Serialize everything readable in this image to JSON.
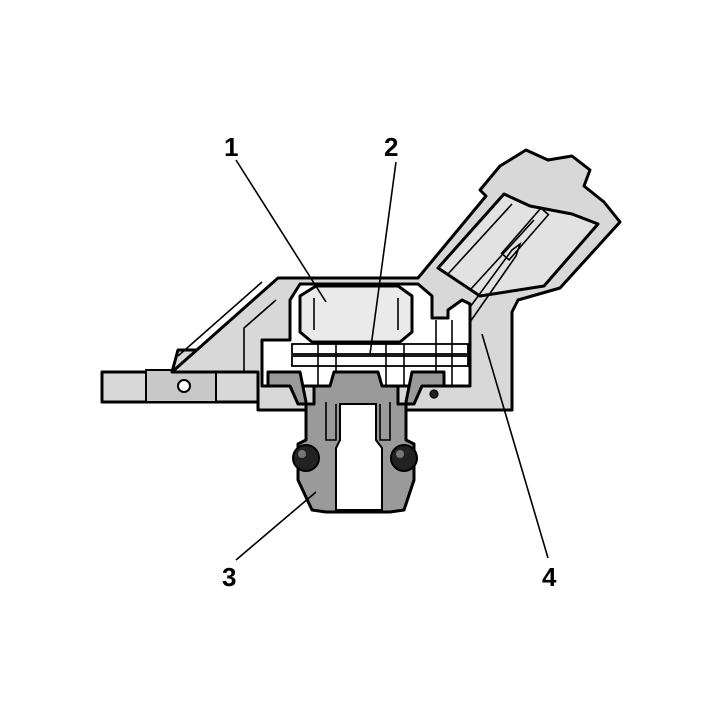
{
  "callouts": {
    "c1": "1",
    "c2": "2",
    "c3": "3",
    "c4": "4"
  },
  "colors": {
    "background": "#ffffff",
    "housing_fill": "#d8d8d8",
    "port_fill": "#9a9a9a",
    "seal_fill": "#222222",
    "outline": "#000000"
  }
}
